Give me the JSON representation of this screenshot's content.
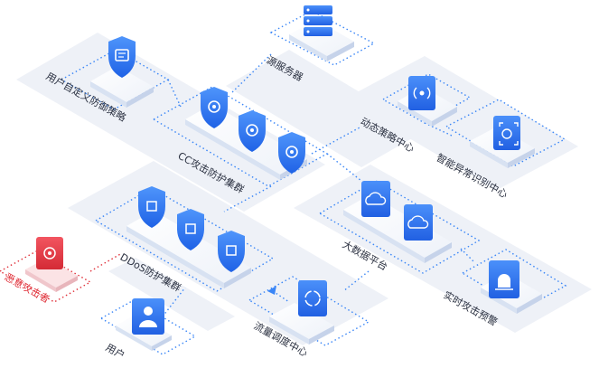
{
  "colors": {
    "accent_blue": "#2f7bf5",
    "dark_blue": "#1f5fd6",
    "attacker_red": "#e0313a",
    "panel": "#eef1f7",
    "dot_line": "#3a86f7"
  },
  "nodes": {
    "origin_server": {
      "label": "源服务器",
      "icon": "server-rack-icon"
    },
    "custom_policy": {
      "label": "用户自定义防御策略",
      "icon": "shield-document-icon"
    },
    "cc_cluster": {
      "label": "CC攻击防护集群",
      "icon": "shield-target-icon"
    },
    "dynamic_policy": {
      "label": "动态策略中心",
      "icon": "broadcast-signal-icon"
    },
    "anomaly_center": {
      "label": "智能异常识别中心",
      "icon": "face-scan-icon"
    },
    "bigdata_platform": {
      "label": "大数据平台",
      "icon": "cloud-link-icon"
    },
    "ddos_cluster": {
      "label": "DDoS防护集群",
      "icon": "shield-chip-icon"
    },
    "attacker": {
      "label": "恶意攻击者",
      "icon": "biohazard-icon"
    },
    "user": {
      "label": "用户",
      "icon": "user-icon"
    },
    "traffic_center": {
      "label": "流量调度中心",
      "icon": "cycle-arrows-icon"
    },
    "realtime_alert": {
      "label": "实时攻击预警",
      "icon": "alarm-light-icon"
    }
  }
}
